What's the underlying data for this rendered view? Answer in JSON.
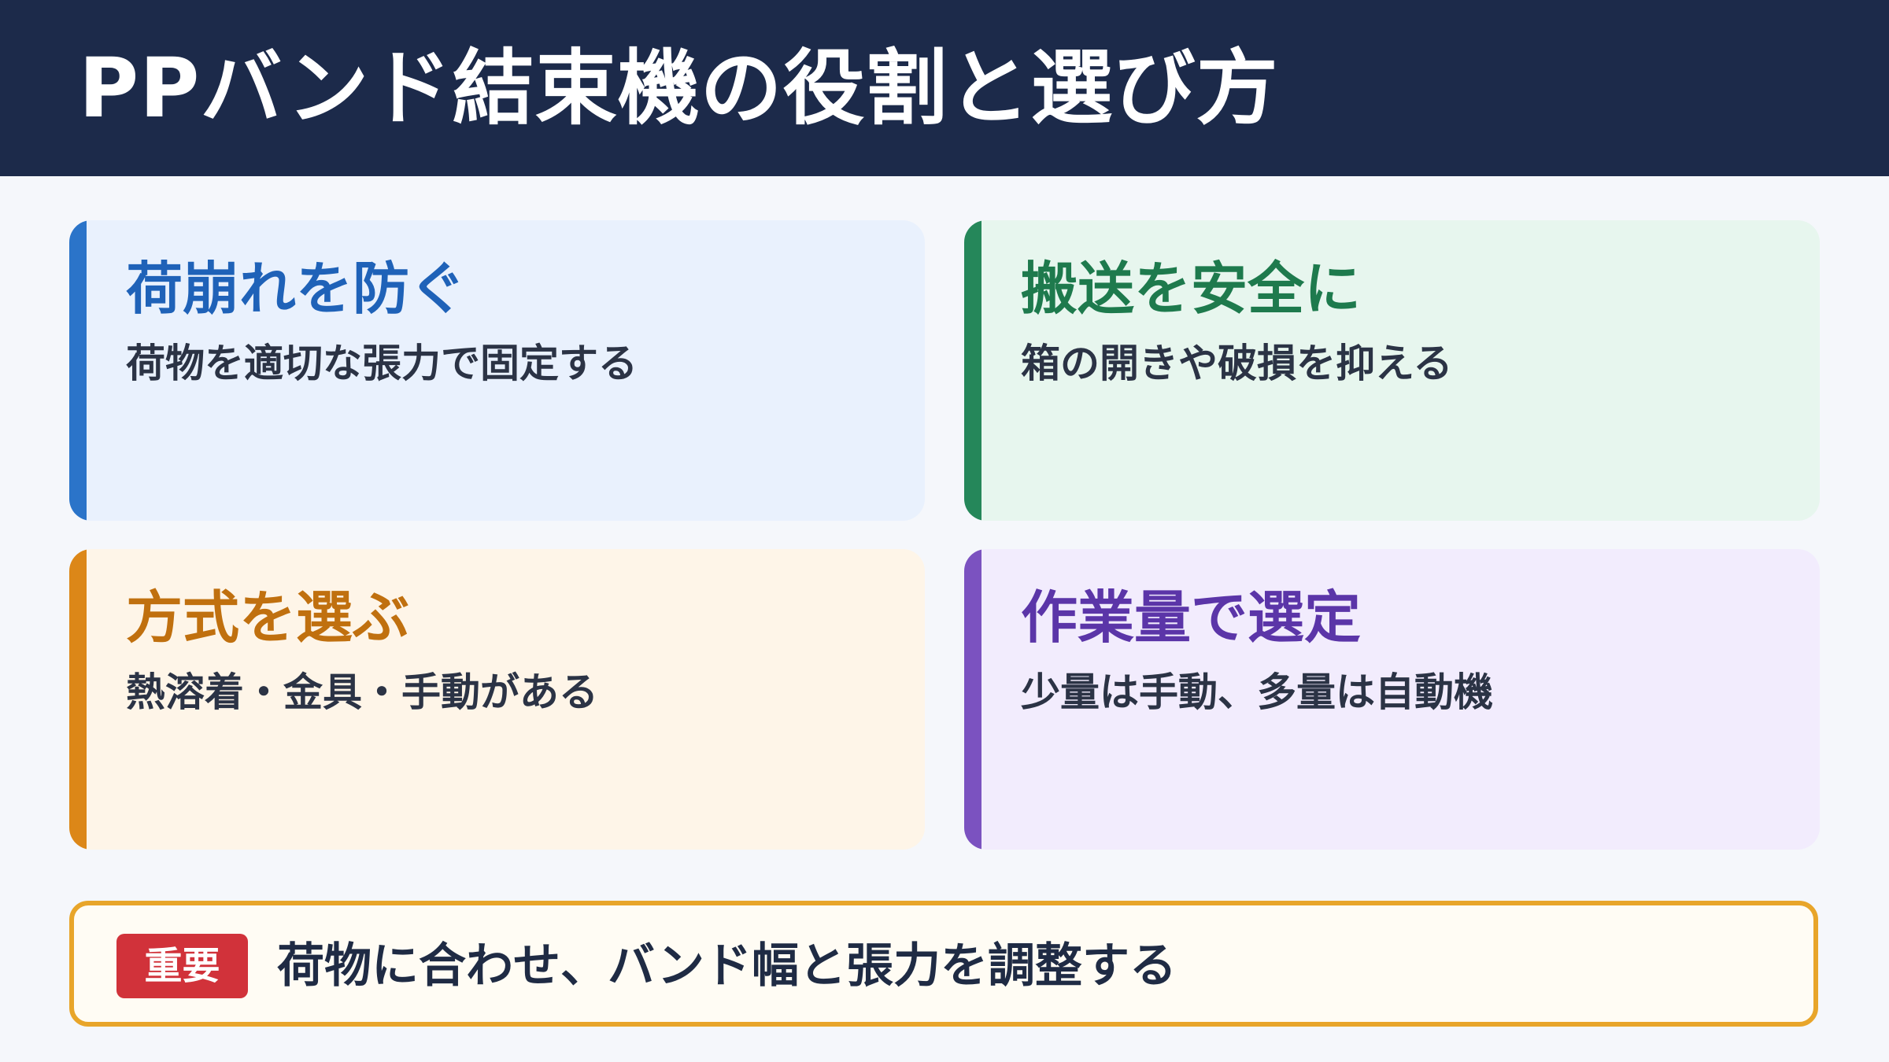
{
  "header": {
    "title": "PPバンド結束機の役割と選び方"
  },
  "cards": [
    {
      "title": "荷崩れを防ぐ",
      "text": "荷物を適切な張力で固定する",
      "accent_color": "#1f62b8",
      "background_color": "#e9f1fd"
    },
    {
      "title": "搬送を安全に",
      "text": "箱の開きや破損を抑える",
      "accent_color": "#1e7a4d",
      "background_color": "#e7f6ee"
    },
    {
      "title": "方式を選ぶ",
      "text": "熱溶着・金具・手動がある",
      "accent_color": "#c0700f",
      "background_color": "#fef5e8"
    },
    {
      "title": "作業量で選定",
      "text": "少量は手動、多量は自動機",
      "accent_color": "#5b35a8",
      "background_color": "#f2ecfd"
    }
  ],
  "note": {
    "badge": "重要",
    "text": "荷物に合わせ、バンド幅と張力を調整する",
    "badge_color": "#d1323a",
    "border_color": "#e8a52a"
  }
}
